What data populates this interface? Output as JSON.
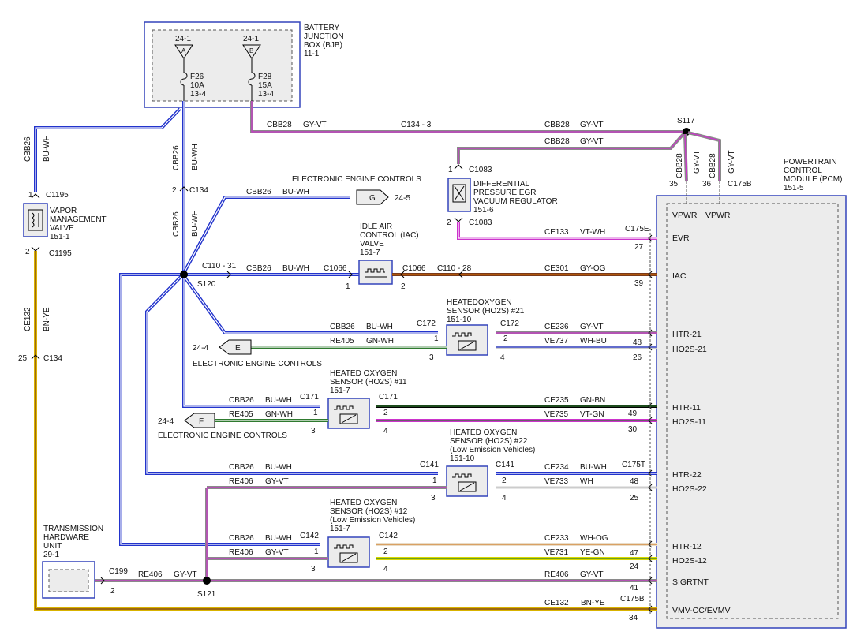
{
  "bjb": {
    "title": [
      "BATTERY",
      "JUNCTION",
      "BOX (BJB)",
      "11-1"
    ],
    "conn_a_ref": "24-1",
    "conn_a": "A",
    "conn_b_ref": "24-1",
    "conn_b": "B",
    "fuse_a": [
      "F26",
      "10A",
      "13-4"
    ],
    "fuse_b": [
      "F28",
      "15A",
      "13-4"
    ]
  },
  "pcm": {
    "title": [
      "POWERTRAIN",
      "CONTROL",
      "MODULE (PCM)",
      "151-5"
    ],
    "vpwr1": "VPWR",
    "vpwr2": "VPWR",
    "pin35": "35",
    "pin36": "36",
    "conn_c175b": "C175B",
    "evr": "EVR",
    "iac": "IAC",
    "htr21": "HTR-21",
    "ho2s21": "HO2S-21",
    "htr11": "HTR-11",
    "ho2s11": "HO2S-11",
    "htr22": "HTR-22",
    "ho2s22": "HO2S-22",
    "htr12": "HTR-12",
    "ho2s12": "HO2S-12",
    "sigrtnt": "SIGRTNT",
    "vmv": "VMV-CC/EVMV"
  },
  "splices": {
    "s117": "S117",
    "s120": "S120",
    "s121": "S121"
  },
  "vmv": {
    "title": [
      "VAPOR",
      "MANAGEMENT",
      "VALVE",
      "151-1"
    ],
    "conn_top": "C1195",
    "conn_bot": "C1195",
    "pin_top": "1",
    "pin_bot": "2",
    "wire_top_code": "CBB26",
    "wire_top_color": "BU-WH",
    "wire_code": "CE132",
    "wire_color": "BN-YE",
    "c134_pin": "25",
    "c134": "C134"
  },
  "trunk": {
    "c134_pin": "2",
    "c134": "C134",
    "top_code": "CBB26",
    "top_color": "BU-WH",
    "mid_code": "CBB26",
    "mid_color": "BU-WH"
  },
  "eec_top": {
    "title": "ELECTRONIC ENGINE CONTROLS",
    "code": "CBB26",
    "color": "BU-WH",
    "tag": "G",
    "ref": "24-5"
  },
  "evr_circuit": {
    "feed_code": "CBB28",
    "feed_color": "GY-VT",
    "c134_3": "C134 -  3",
    "feed_code2": "CBB28",
    "feed_color2": "GY-VT",
    "feed_code3": "CBB28",
    "feed_color3": "GY-VT",
    "v1_code": "CBB28",
    "v1_color": "GY-VT",
    "v2_code": "CBB28",
    "v2_color": "GY-VT",
    "c1083_top": "C1083",
    "pin1": "1",
    "c1083_bot": "C1083",
    "pin2": "2",
    "device": [
      "DIFFERENTIAL",
      "PRESSURE EGR",
      "VACUUM REGULATOR",
      "151-6"
    ],
    "out_code": "CE133",
    "out_color": "VT-WH",
    "conn": "C175E",
    "pcm_pin": "27"
  },
  "iac": {
    "title": [
      "IDLE AIR",
      "CONTROL (IAC)",
      "VALVE",
      "151-7"
    ],
    "c110_31": "C110 - 31",
    "in_code": "CBB26",
    "in_color": "BU-WH",
    "c1066_l": "C1066",
    "c1066_r": "C1066",
    "pin1": "1",
    "pin2": "2",
    "c110_28": "C110 - 28",
    "out_code": "CE301",
    "out_color": "GY-OG",
    "pcm_pin": "39"
  },
  "ho2s21": {
    "title": [
      "HEATEDOXYGEN",
      "SENSOR (HO2S) #21",
      "151-10"
    ],
    "in_code": "CBB26",
    "in_color": "BU-WH",
    "sig_code": "RE405",
    "sig_color": "GN-WH",
    "c172_l": "C172",
    "c172_r": "C172",
    "pins_l": [
      "1",
      "3"
    ],
    "pins_r": [
      "2",
      "4"
    ],
    "htr_code": "CE236",
    "htr_color": "GY-VT",
    "sig_out_code": "VE737",
    "sig_out_color": "WH-BU",
    "pin_htr": "48",
    "pin_sig": "26",
    "eec_ref": "24-4",
    "eec_tag": "E",
    "eec_title": "ELECTRONIC ENGINE CONTROLS"
  },
  "ho2s11": {
    "title": [
      "HEATED  OXYGEN",
      "SENSOR (HO2S) #11",
      "151-7"
    ],
    "in_code": "CBB26",
    "in_color": "BU-WH",
    "sig_code": "RE405",
    "sig_color": "GN-WH",
    "c171_l": "C171",
    "c171_r": "C171",
    "pins_l": [
      "1",
      "3"
    ],
    "pins_r": [
      "2",
      "4"
    ],
    "htr_code": "CE235",
    "htr_color": "GN-BN",
    "sig_out_code": "VE735",
    "sig_out_color": "VT-GN",
    "pin_htr": "49",
    "pin_sig": "30",
    "eec_ref": "24-4",
    "eec_tag": "F",
    "eec_title": "ELECTRONIC ENGINE CONTROLS"
  },
  "ho2s22": {
    "title": [
      "HEATED  OXYGEN",
      "SENSOR (HO2S) #22",
      "(Low Emission Vehicles)",
      "151-10"
    ],
    "in_code": "CBB26",
    "in_color": "BU-WH",
    "sig_code": "RE406",
    "sig_color": "GY-VT",
    "c141_l": "C141",
    "c141_r": "C141",
    "conn": "C175T",
    "pins_l": [
      "1",
      "3"
    ],
    "pins_r": [
      "2",
      "4"
    ],
    "htr_code": "CE234",
    "htr_color": "BU-WH",
    "sig_out_code": "VE733",
    "sig_out_color": "WH",
    "pin_htr": "48",
    "pin_sig": "25"
  },
  "ho2s12": {
    "title": [
      "HEATED  OXYGEN",
      "SENSOR (HO2S) #12",
      "(Low Emission Vehicles)",
      "151-7"
    ],
    "in_code": "CBB26",
    "in_color": "BU-WH",
    "sig_code": "RE406",
    "sig_color": "GY-VT",
    "c142_l": "C142",
    "c142_r": "C142",
    "pins_l": [
      "1",
      "3"
    ],
    "pins_r": [
      "2",
      "4"
    ],
    "htr_code": "CE233",
    "htr_color": "WH-OG",
    "sig_out_code": "VE731",
    "sig_out_color": "YE-GN",
    "pin_htr": "47",
    "pin_sig": "24"
  },
  "thu": {
    "title": [
      "TRANSMISSION",
      "HARDWARE",
      "UNIT",
      "29-1"
    ],
    "conn": "C199",
    "pin": "2",
    "code": "RE406",
    "color": "GY-VT",
    "pcm_code": "RE406",
    "pcm_color": "GY-VT",
    "pcm_pin": "41"
  },
  "vmv_pcm": {
    "code": "CE132",
    "color": "BN-YE",
    "conn": "C175B",
    "pcm_pin": "34"
  },
  "colors": {
    "blue": "#2233cc",
    "violet": "#cc33cc",
    "gray": "#8a8a8a",
    "yellow": "#d9b300",
    "brown": "#7a3a1a",
    "green": "#2f7a2f",
    "box_border": "#3344bb",
    "box_fill": "#ececec"
  }
}
